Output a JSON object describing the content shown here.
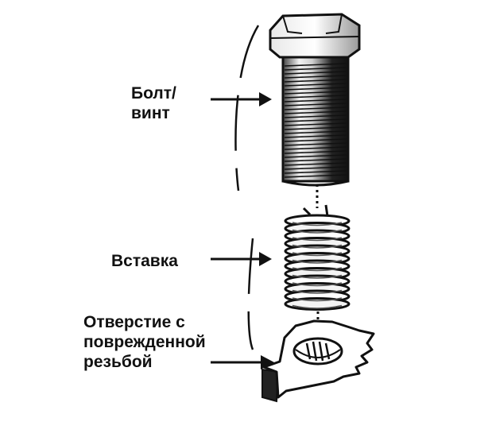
{
  "labels": {
    "bolt": [
      "Болт/",
      "винт"
    ],
    "insert": "Вставка",
    "damaged_hole": [
      "Отверстие с",
      "поврежденной",
      "резьбой"
    ]
  },
  "colors": {
    "ink": "#111111",
    "paper": "#ffffff",
    "shade": "#555555"
  },
  "icons": {
    "bolt": "bolt-icon",
    "insert": "helicoil-insert-icon",
    "workpiece": "workpiece-hole-icon"
  }
}
